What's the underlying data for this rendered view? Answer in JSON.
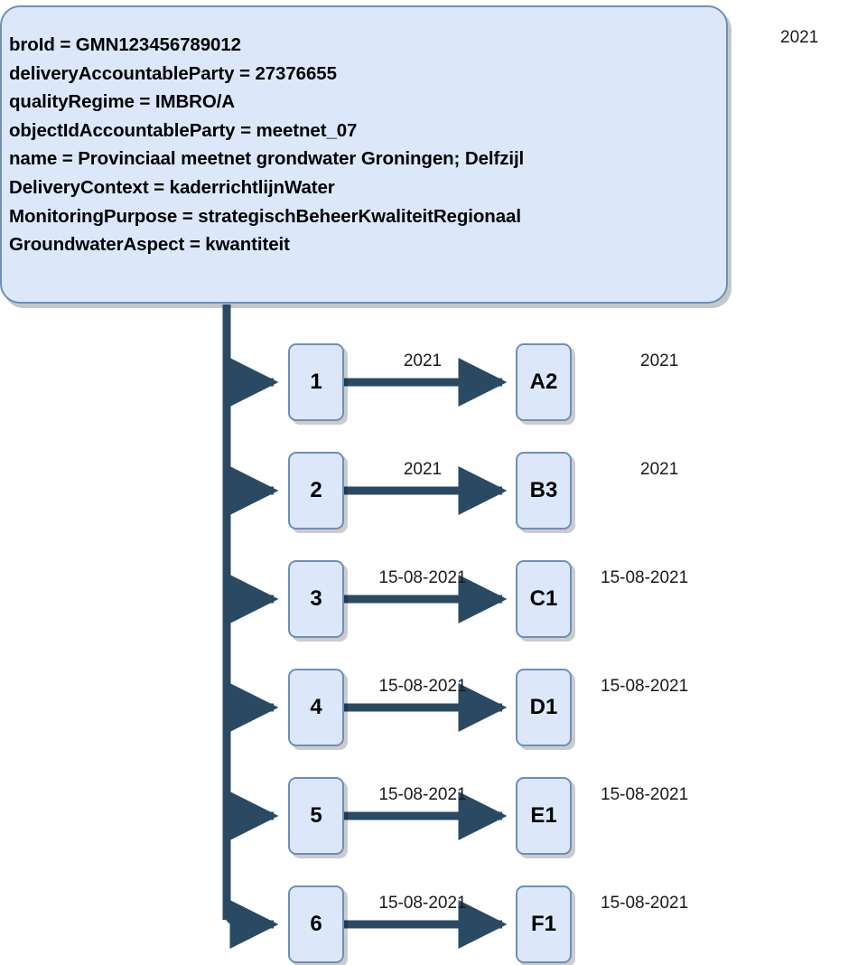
{
  "header": {
    "year_label": "2021",
    "attributes": [
      "broId = GMN123456789012",
      "deliveryAccountableParty = 27376655",
      "qualityRegime = IMBRO/A",
      "objectIdAccountableParty = meetnet_07",
      "name = Provinciaal meetnet grondwater Groningen; Delfzijl",
      "DeliveryContext = kaderrichtlijnWater",
      "MonitoringPurpose = strategischBeheerKwaliteitRegionaal",
      "GroundwaterAspect = kwantiteit"
    ]
  },
  "colors": {
    "node_fill": "#dce8f9",
    "node_border": "#6c8ebf",
    "connector": "#2a4a63",
    "text": "#000000",
    "page_background": "#ffffff"
  },
  "rows": [
    {
      "source": "1",
      "target": "A2",
      "edge_label": "2021",
      "row_label": "2021"
    },
    {
      "source": "2",
      "target": "B3",
      "edge_label": "2021",
      "row_label": "2021"
    },
    {
      "source": "3",
      "target": "C1",
      "edge_label": "15-08-2021",
      "row_label": "15-08-2021"
    },
    {
      "source": "4",
      "target": "D1",
      "edge_label": "15-08-2021",
      "row_label": "15-08-2021"
    },
    {
      "source": "5",
      "target": "E1",
      "edge_label": "15-08-2021",
      "row_label": "15-08-2021"
    },
    {
      "source": "6",
      "target": "F1",
      "edge_label": "15-08-2021",
      "row_label": "15-08-2021"
    }
  ]
}
